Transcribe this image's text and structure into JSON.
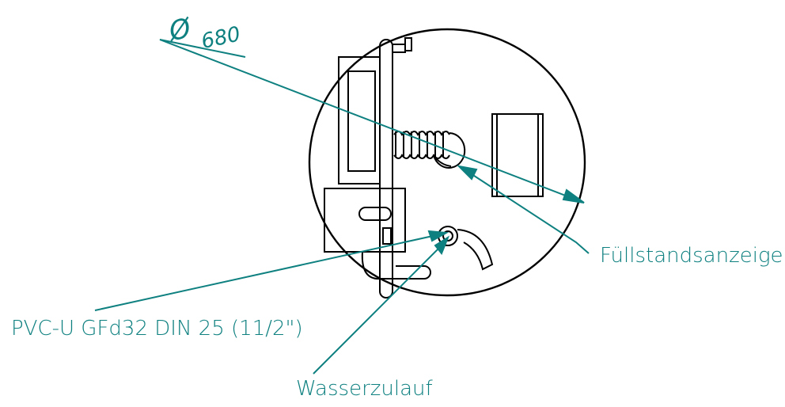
{
  "colors": {
    "outline": "#000000",
    "dimension": "#0f8080",
    "background": "#ffffff"
  },
  "dimension": {
    "symbol": "Ø",
    "value": "680"
  },
  "labels": {
    "fill_indicator": "Füllstandsanzeige",
    "pipe_spec": "PVC-U GFd32 DIN 25 (11/2\")",
    "water_inlet": "Wasserzulauf"
  }
}
